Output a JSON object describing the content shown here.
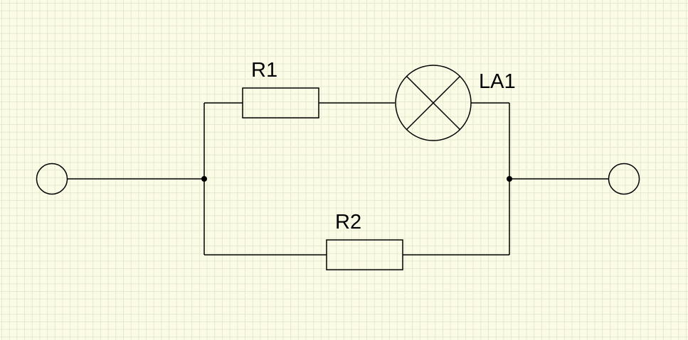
{
  "diagram": {
    "grid_color": "#e4e8cf",
    "background_color": "#fcfce6",
    "line_color": "#000000",
    "components": {
      "r1": {
        "type": "resistor",
        "label": "R1"
      },
      "r2": {
        "type": "resistor",
        "label": "R2"
      },
      "la1": {
        "type": "lamp",
        "label": "LA1"
      }
    },
    "terminals": [
      {
        "type": "terminal-left"
      },
      {
        "type": "terminal-right"
      }
    ],
    "junctions": [
      {
        "type": "junction-left"
      },
      {
        "type": "junction-right"
      }
    ]
  }
}
